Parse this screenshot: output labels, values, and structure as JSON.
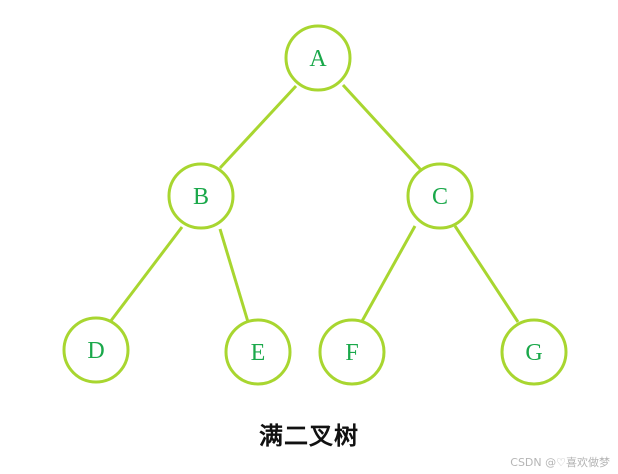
{
  "diagram": {
    "nodes": [
      {
        "id": "A",
        "label": "A"
      },
      {
        "id": "B",
        "label": "B"
      },
      {
        "id": "C",
        "label": "C"
      },
      {
        "id": "D",
        "label": "D"
      },
      {
        "id": "E",
        "label": "E"
      },
      {
        "id": "F",
        "label": "F"
      },
      {
        "id": "G",
        "label": "G"
      }
    ],
    "edges": [
      {
        "from": "A",
        "to": "B"
      },
      {
        "from": "A",
        "to": "C"
      },
      {
        "from": "B",
        "to": "D"
      },
      {
        "from": "B",
        "to": "E"
      },
      {
        "from": "C",
        "to": "F"
      },
      {
        "from": "C",
        "to": "G"
      }
    ],
    "colors": {
      "stroke": "#a8d630",
      "label": "#1aa84a"
    }
  },
  "caption": "满二叉树",
  "watermark": "CSDN @♡喜欢做梦"
}
